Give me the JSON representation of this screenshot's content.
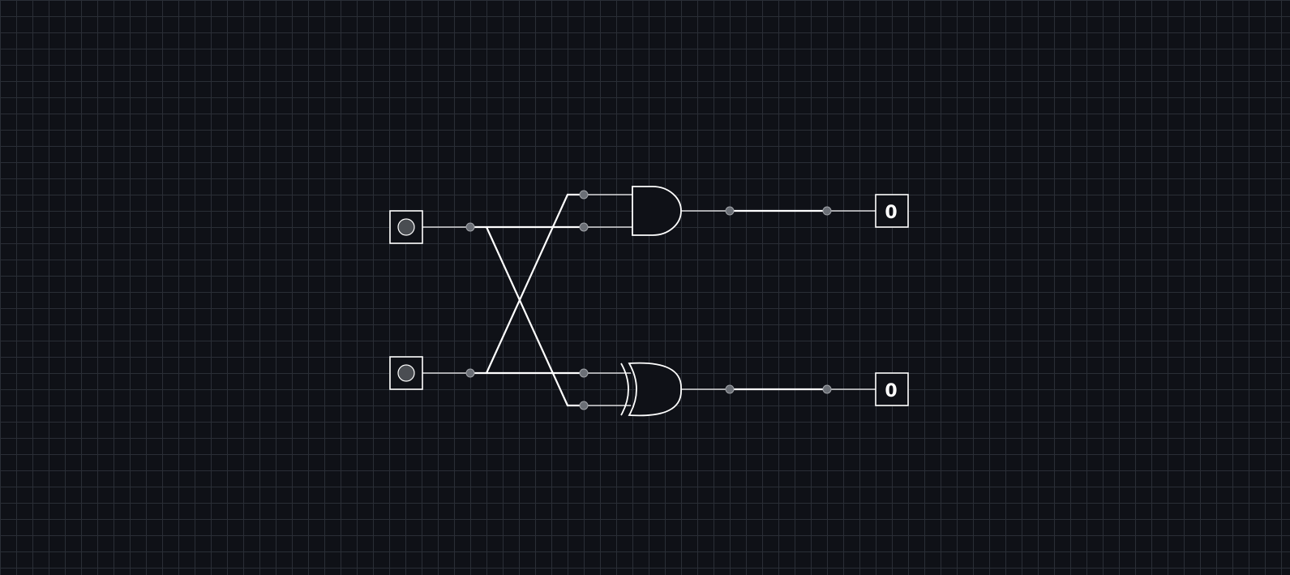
{
  "inputs": [
    {
      "id": "input-a",
      "state": "off"
    },
    {
      "id": "input-b",
      "state": "off"
    }
  ],
  "gates": [
    {
      "id": "and-gate",
      "type": "AND"
    },
    {
      "id": "xor-gate",
      "type": "XOR"
    }
  ],
  "outputs": [
    {
      "id": "output-carry",
      "value": "0"
    },
    {
      "id": "output-sum",
      "value": "0"
    }
  ],
  "colors": {
    "background": "#0f1117",
    "grid": "#2a2e36",
    "wire": "#ffffff",
    "pin": "#6b6f76"
  }
}
